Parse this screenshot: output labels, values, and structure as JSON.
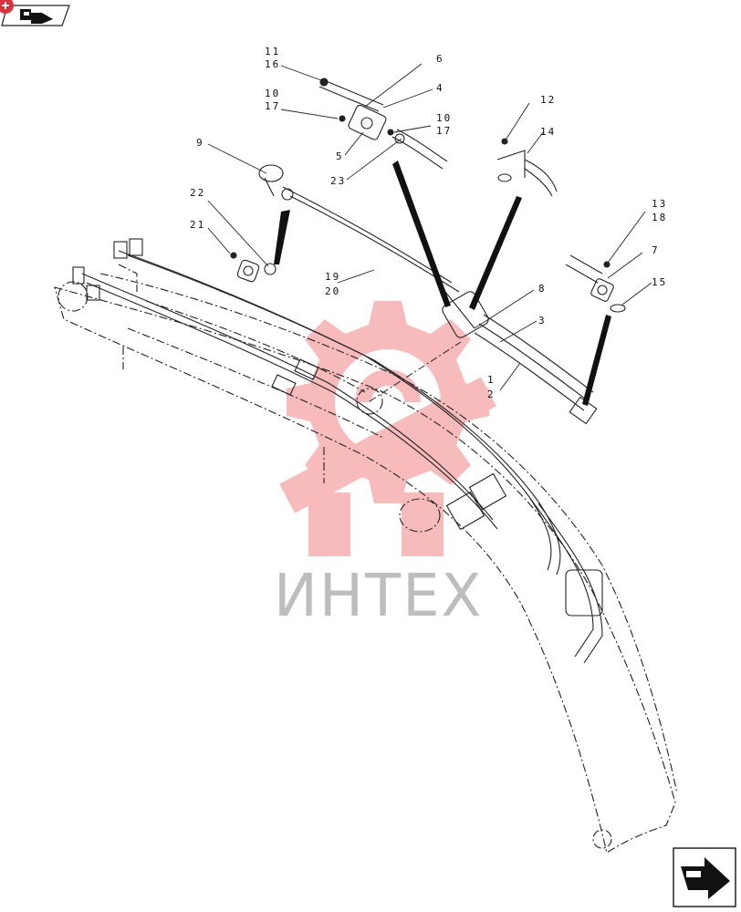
{
  "watermark": {
    "text": "ИНТЕХ",
    "logo_color": "#f06b6b",
    "text_color": "#bdbdbd"
  },
  "nav": {
    "top_left_icon": "back-arrow-icon",
    "bottom_right_icon": "forward-arrow-icon",
    "badge_color": "#e0303a"
  },
  "callouts": {
    "c11": "11",
    "c16": "16",
    "c10a": "10",
    "c17a": "17",
    "c6": "6",
    "c4": "4",
    "c10b": "10",
    "c17b": "17",
    "c5": "5",
    "c23": "23",
    "c9": "9",
    "c22": "22",
    "c21": "21",
    "c12": "12",
    "c14": "14",
    "c13": "13",
    "c18": "18",
    "c7": "7",
    "c15": "15",
    "c8": "8",
    "c3": "3",
    "c1": "1",
    "c2": "2",
    "c19": "19",
    "c20": "20"
  }
}
